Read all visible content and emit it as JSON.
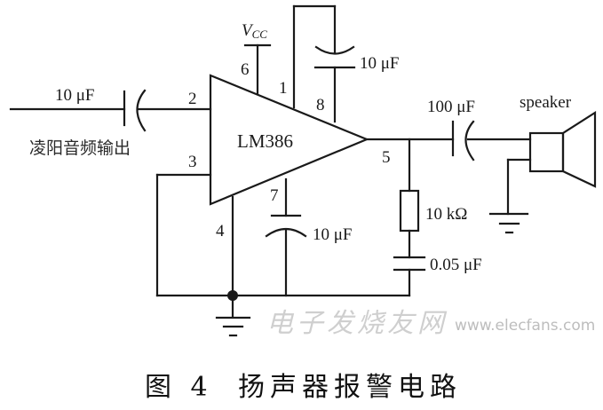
{
  "diagram": {
    "chip_label": "LM386",
    "supply_label_main": "V",
    "supply_label_sub": "CC",
    "pins": {
      "p1": "1",
      "p2": "2",
      "p3": "3",
      "p4": "4",
      "p5": "5",
      "p6": "6",
      "p7": "7",
      "p8": "8"
    },
    "input": {
      "capacitor_value": "10 μF",
      "source_label": "凌阳音频输出"
    },
    "gain_capacitor_value": "10 μF",
    "bypass_capacitor_value": "10 μF",
    "output": {
      "capacitor_value": "100 μF",
      "load_label": "speaker"
    },
    "zobel": {
      "resistor_value": "10 kΩ",
      "capacitor_value": "0.05 μF"
    }
  },
  "caption": {
    "figure_number": "图 4",
    "title": "扬声器报警电路"
  },
  "watermark": {
    "site_name": "电子发烧友网",
    "url": "www.elecfans.com"
  },
  "colors": {
    "ink": "#1a1a1a",
    "watermark": "#cfcfcf",
    "background": "#ffffff"
  }
}
